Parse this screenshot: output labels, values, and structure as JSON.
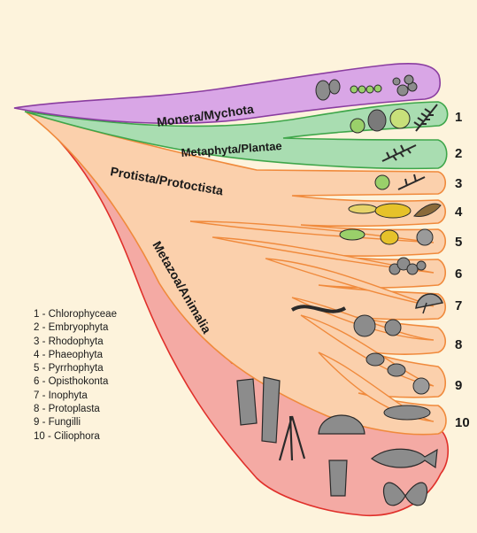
{
  "kingdoms": {
    "monera": "Monera/Mychota",
    "metaphyta": "Metaphyta/Plantae",
    "protista": "Protista/Protoctista",
    "metazoa": "Metazoa/Animalia"
  },
  "branch_numbers": [
    "1",
    "2",
    "3",
    "4",
    "5",
    "6",
    "7",
    "8",
    "9",
    "10"
  ],
  "legend": [
    "1 - Chlorophyceae",
    "2 - Embryophyta",
    "3 - Rhodophyta",
    "4 - Phaeophyta",
    "5 - Pyrrhophyta",
    "6 - Opisthokonta",
    "7 - Inophyta",
    "8 - Protoplasta",
    "9 - Fungilli",
    "10 - Ciliophora"
  ],
  "colors": {
    "background": "#fdf3dc",
    "monera": "#d9a6e6",
    "metaphyta": "#a9ddb1",
    "protista": "#fbd0ac",
    "metazoa": "#f4aaa4",
    "organism": "#8c8c8c"
  },
  "icons": [
    "bacteria-cluster-icon",
    "filament-chain-icon",
    "algae-cell-icon",
    "fern-leaf-icon",
    "diatom-icon",
    "snail-shell-icon",
    "mushroom-icon",
    "amoeba-icon",
    "paramecium-icon",
    "sponge-tube-icon",
    "hydra-icon",
    "jellyfish-icon",
    "fish-icon",
    "butterfly-icon"
  ]
}
